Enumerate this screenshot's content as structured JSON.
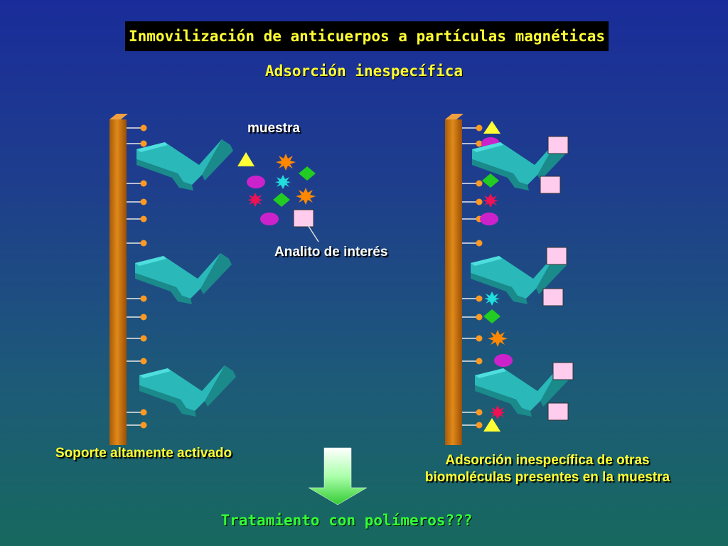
{
  "title": "Inmovilización de anticuerpos a partículas magnéticas",
  "subtitle": "Adsorción inespecífica",
  "labels": {
    "sample": "muestra",
    "analyte": "Analito de interés",
    "support": "Soporte altamente activado",
    "adsorption_line1": "Adsorción inespecífica de otras",
    "adsorption_line2": "biomoléculas presentes en la muestra",
    "treatment": "Tratamiento con polímeros???"
  },
  "colors": {
    "title_text": "#ffff33",
    "support_bar": "#d4780c",
    "antibody": "#2ab8b8",
    "arrow": "#33dd33",
    "analyte_square": "#ffccee",
    "triangle": "#ffff33",
    "ellipse": "#cc22cc",
    "cyan_burst": "#22dddd",
    "green_diamond": "#22cc22",
    "red_burst": "#ee1155",
    "orange_burst": "#ff8800"
  },
  "icons": {
    "support": "support-bar",
    "antibody": "antibody-y-icon",
    "arrow": "down-arrow-icon"
  }
}
